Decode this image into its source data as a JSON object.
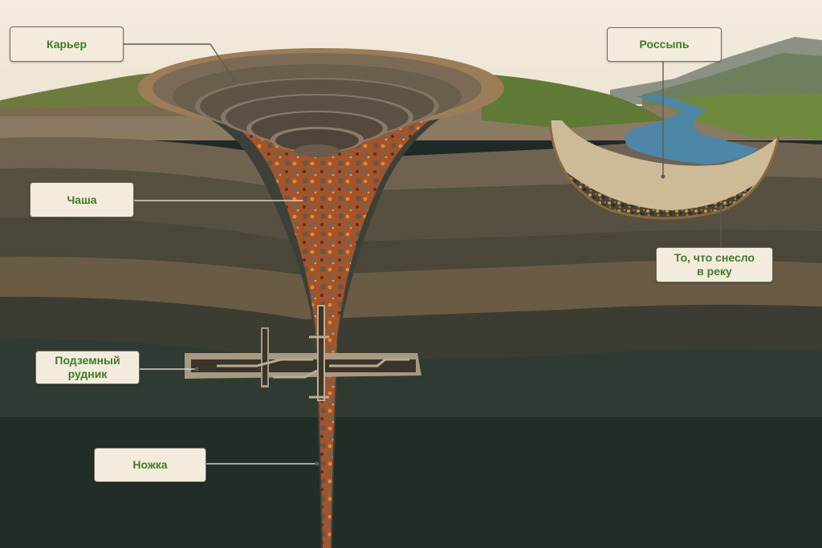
{
  "labels": {
    "quarry": "Карьер",
    "bowl": "Чаша",
    "underground_mine": "Подземный\nрудник",
    "stem": "Ножка",
    "placer": "Россыпь",
    "washed_to_river": "То, что снесло\nв реку"
  },
  "colors": {
    "sky": "#efe6d6",
    "label_text": "#3f7a2a",
    "kimberlite": "#a5532a",
    "river": "#4d86a6"
  }
}
